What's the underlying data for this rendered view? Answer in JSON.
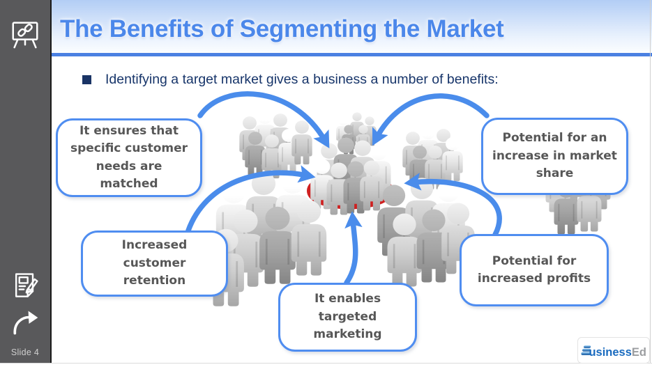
{
  "sidebar": {
    "slide_label": "Slide 4",
    "icons": [
      {
        "name": "linked-presentation-icon"
      },
      {
        "name": "notes-edit-icon"
      },
      {
        "name": "share-arrow-icon"
      }
    ]
  },
  "header": {
    "title": "The Benefits of Segmenting the Market"
  },
  "content": {
    "bullet_text": "Identifying a target market gives a business a number of benefits:",
    "callouts": [
      {
        "text": "It ensures that specific customer needs are matched"
      },
      {
        "text": "Potential for an increase in market share"
      },
      {
        "text": "Increased customer retention"
      },
      {
        "text": "It enables targeted marketing"
      },
      {
        "text": "Potential for increased profits"
      }
    ]
  },
  "logo": {
    "part1": "usiness",
    "part2": "Ed"
  },
  "colors": {
    "accent_blue": "#4b87ea",
    "box_border": "#4f8df0",
    "arrow_blue": "#4a8ceb",
    "target_red": "#cf1f1f",
    "bullet_navy": "#17356a",
    "callout_text_gray": "#575757",
    "sidebar_gray": "#59595b",
    "logo_blue": "#1a6bbf",
    "logo_gray": "#9b9da0"
  }
}
